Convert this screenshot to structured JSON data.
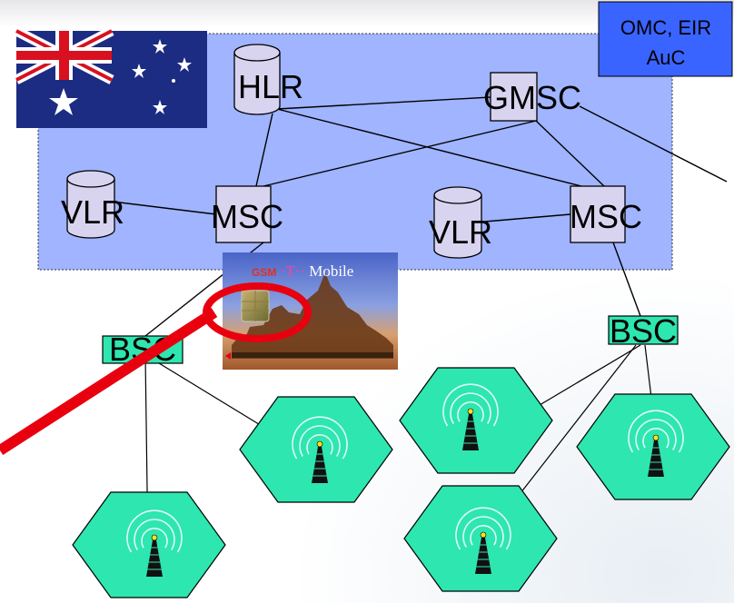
{
  "nodes": {
    "hlr": "HLR",
    "gmsc": "GMSC",
    "vlr_left": "VLR",
    "msc_left": "MSC",
    "vlr_right": "VLR",
    "msc_right": "MSC",
    "bsc_left": "BSC",
    "bsc_right": "BSC"
  },
  "omc_box": {
    "line1": "OMC, EIR",
    "line2": "AuC"
  },
  "sim_card": {
    "brand_prefix": "GSM",
    "brand_sep": "·T··",
    "brand_name": "Mobile"
  },
  "colors": {
    "network_area": "#a0b4ff",
    "omc_box": "#3a64ff",
    "node_fill": "#d8d4f0",
    "cell_fill": "#2ee6b0",
    "highlight": "#e8000f"
  },
  "flag": "australian-flag",
  "icons": [
    "cell-tower-icon",
    "database-cylinder-icon",
    "sim-chip-icon"
  ]
}
